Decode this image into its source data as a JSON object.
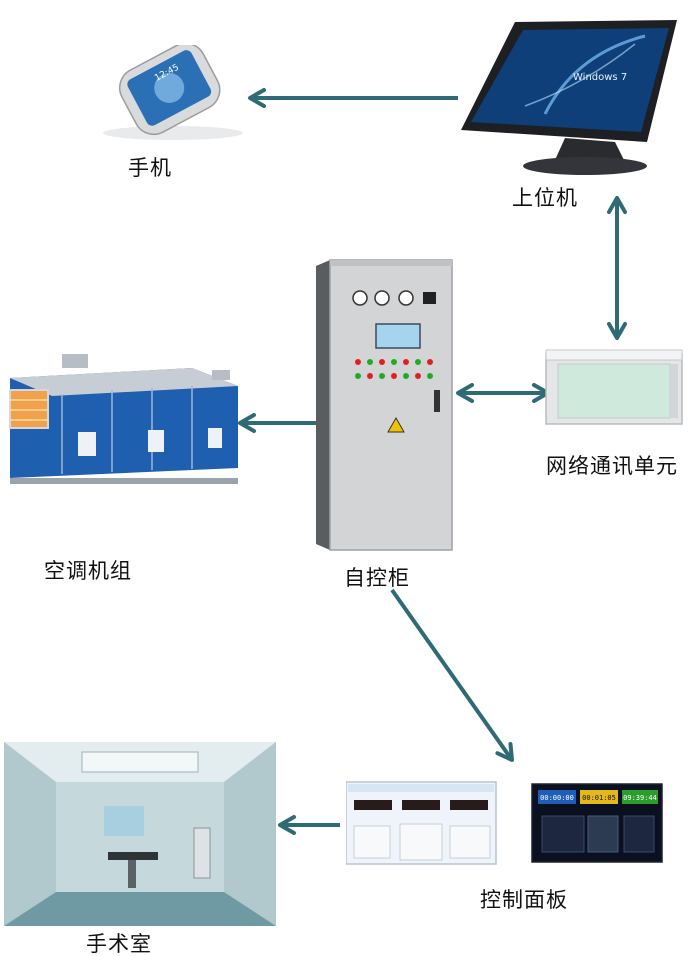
{
  "nodes": {
    "phone": {
      "label": "手机"
    },
    "host_pc": {
      "label": "上位机"
    },
    "network_unit": {
      "label": "网络通讯单元"
    },
    "ahu": {
      "label": "空调机组"
    },
    "cabinet": {
      "label": "自控柜"
    },
    "operating_room": {
      "label": "手术室"
    },
    "control_panel": {
      "label": "控制面板"
    }
  },
  "panel_displays": {
    "d1": "00:00:00",
    "d2": "00:01:05",
    "d3": "09:39:44"
  },
  "colors": {
    "arrow": "#2e6b74",
    "ahu_blue": "#1f5fb0",
    "cabinet_gray": "#d2d4d6"
  }
}
